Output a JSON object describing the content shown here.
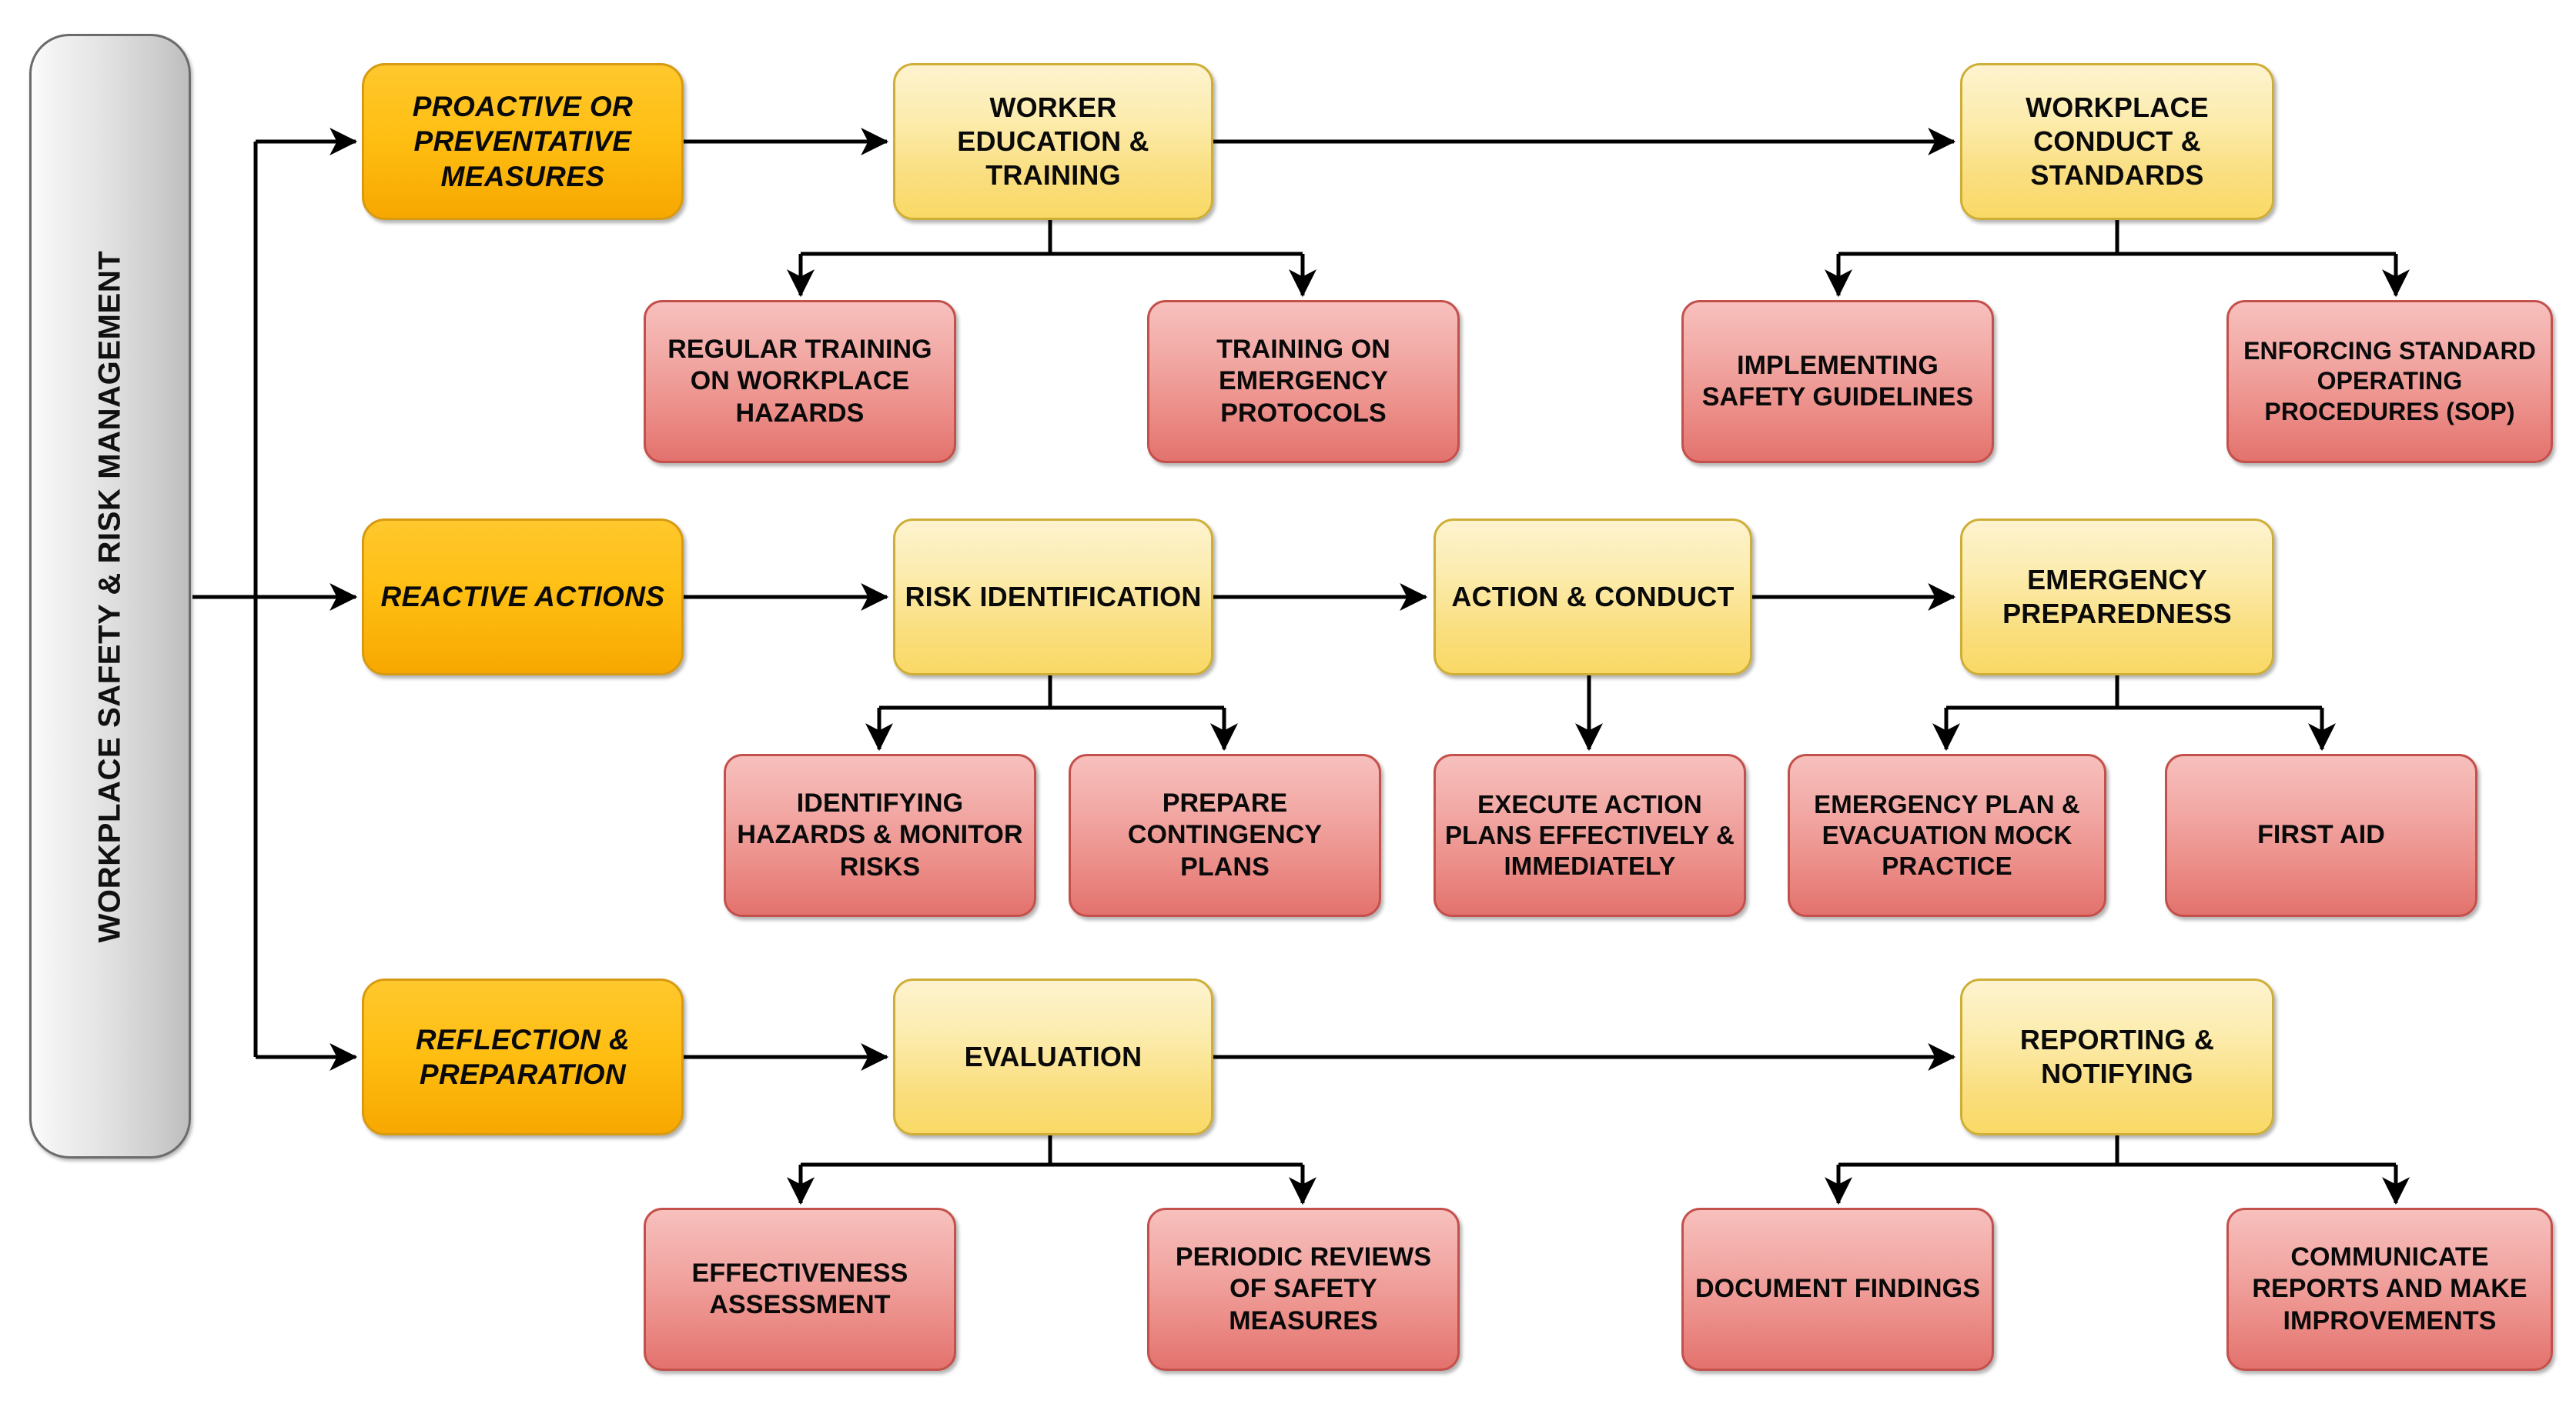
{
  "diagram": {
    "title": "WORKPLACE SAFETY & RISK MANAGEMENT",
    "colors": {
      "spine_border": "#6b6b6b",
      "category_fill_top": "#ffc82d",
      "category_fill_bottom": "#f7a800",
      "category_border": "#d79a12",
      "stage_fill_top": "#fdf3cf",
      "stage_fill_bottom": "#f9d966",
      "stage_border": "#cfae37",
      "leaf_fill_top": "#f7c0bd",
      "leaf_fill_bottom": "#e3726d",
      "leaf_border": "#c4504c",
      "connector": "#000000",
      "background": "#ffffff"
    }
  },
  "branches": [
    {
      "category": "PROACTIVE OR PREVENTATIVE MEASURES",
      "stages": [
        {
          "name": "WORKER EDUCATION & TRAINING",
          "children": [
            "REGULAR TRAINING ON WORKPLACE HAZARDS",
            "TRAINING ON EMERGENCY PROTOCOLS"
          ]
        },
        {
          "name": "WORKPLACE CONDUCT & STANDARDS",
          "children": [
            "IMPLEMENTING SAFETY GUIDELINES",
            "ENFORCING STANDARD OPERATING PROCEDURES (SOP)"
          ]
        }
      ]
    },
    {
      "category": "REACTIVE ACTIONS",
      "stages": [
        {
          "name": "RISK IDENTIFICATION",
          "children": [
            "IDENTIFYING HAZARDS & MONITOR RISKS",
            "PREPARE CONTINGENCY PLANS"
          ]
        },
        {
          "name": "ACTION & CONDUCT",
          "children": [
            "EXECUTE ACTION PLANS EFFECTIVELY & IMMEDIATELY"
          ]
        },
        {
          "name": "EMERGENCY PREPAREDNESS",
          "children": [
            "EMERGENCY PLAN & EVACUATION MOCK PRACTICE",
            "FIRST AID"
          ]
        }
      ]
    },
    {
      "category": "REFLECTION & PREPARATION",
      "stages": [
        {
          "name": "EVALUATION",
          "children": [
            "EFFECTIVENESS ASSESSMENT",
            "PERIODIC REVIEWS OF SAFETY MEASURES"
          ]
        },
        {
          "name": "REPORTING & NOTIFYING",
          "children": [
            "DOCUMENT FINDINGS",
            "COMMUNICATE REPORTS AND MAKE IMPROVEMENTS"
          ]
        }
      ]
    }
  ]
}
